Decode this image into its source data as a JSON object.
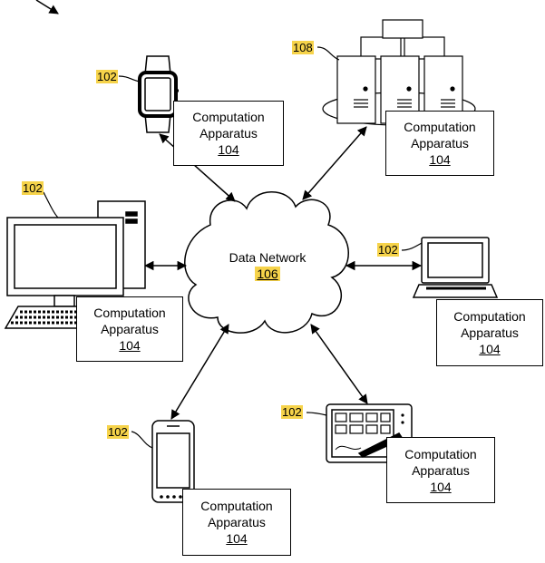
{
  "network": {
    "label": "Data Network",
    "ref": "106"
  },
  "devices": [
    {
      "id": "watch",
      "tag": "102",
      "box_line1": "Computation",
      "box_line2": "Apparatus",
      "box_ref": "104"
    },
    {
      "id": "server",
      "tag": "108",
      "box_line1": "Computation",
      "box_line2": "Apparatus",
      "box_ref": "104"
    },
    {
      "id": "desktop",
      "tag": "102",
      "box_line1": "Computation",
      "box_line2": "Apparatus",
      "box_ref": "104"
    },
    {
      "id": "laptop",
      "tag": "102",
      "box_line1": "Computation",
      "box_line2": "Apparatus",
      "box_ref": "104"
    },
    {
      "id": "phone",
      "tag": "102",
      "box_line1": "Computation",
      "box_line2": "Apparatus",
      "box_ref": "104"
    },
    {
      "id": "tablet",
      "tag": "102",
      "box_line1": "Computation",
      "box_line2": "Apparatus",
      "box_ref": "104"
    }
  ],
  "colors": {
    "tag_highlight": "#f6d34a",
    "line": "#000000"
  }
}
